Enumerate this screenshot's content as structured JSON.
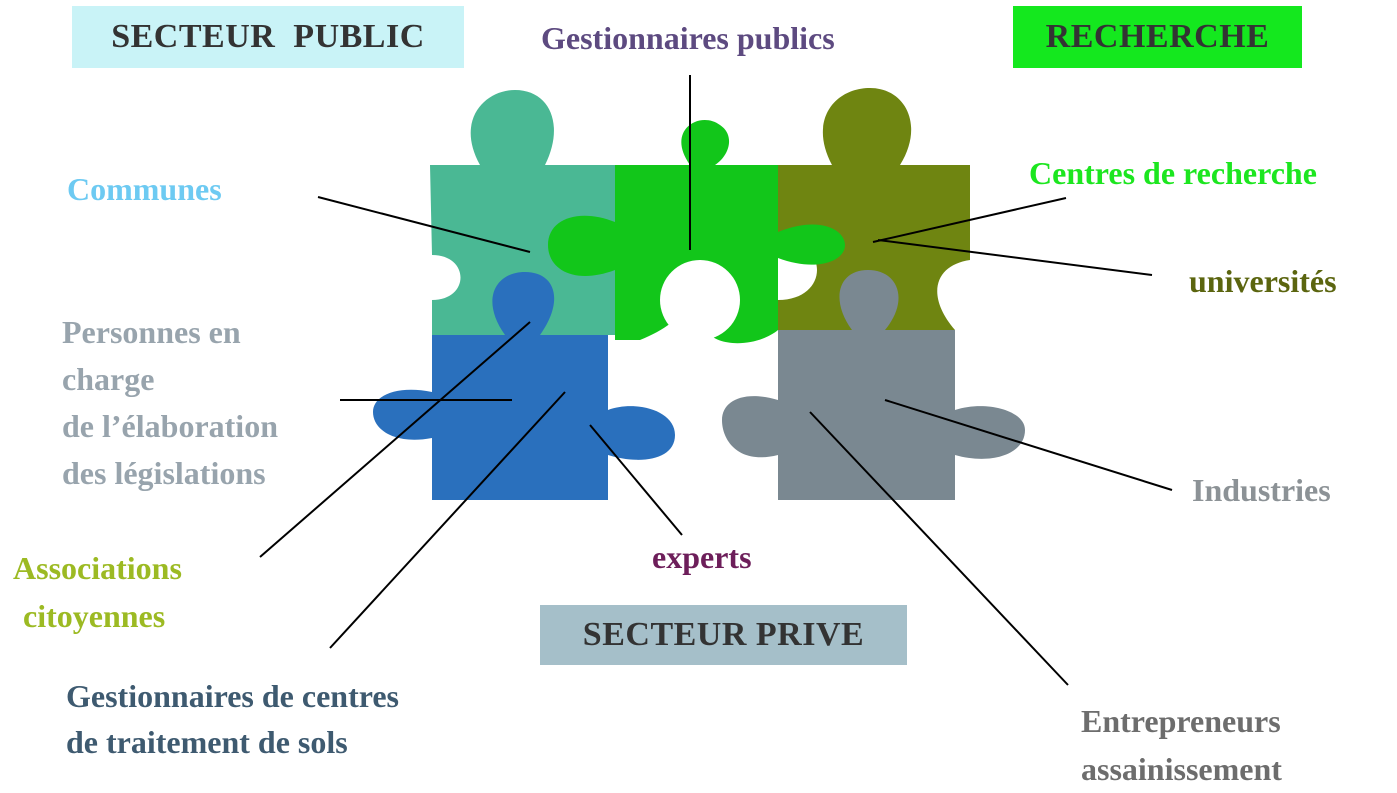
{
  "boxes": {
    "public": "SECTEUR  PUBLIC",
    "recherche": "RECHERCHE",
    "prive": "SECTEUR PRIVE"
  },
  "labels": {
    "gestionnaires_publics": "Gestionnaires publics",
    "communes": "Communes",
    "centres_recherche": "Centres de recherche",
    "universites": "universités",
    "personnes": [
      "Personnes en",
      "charge",
      "de l’élaboration",
      "des législations"
    ],
    "industries": "Industries",
    "experts": "experts",
    "associations": [
      "Associations",
      "citoyennes"
    ],
    "gestionnaires_centres": [
      "Gestionnaires de centres",
      "de traitement de sols"
    ],
    "entrepreneurs": [
      "Entrepreneurs",
      "assainissement"
    ]
  },
  "colors": {
    "piece_public": "#4ab894",
    "piece_center": "#12c61a",
    "piece_recherche": "#6f8511",
    "piece_blue": "#2a70bd",
    "piece_grey": "#7a8891",
    "box_public": "#c9f3f7",
    "box_recherche": "#14e81e",
    "box_prive": "#a5bfc9"
  }
}
